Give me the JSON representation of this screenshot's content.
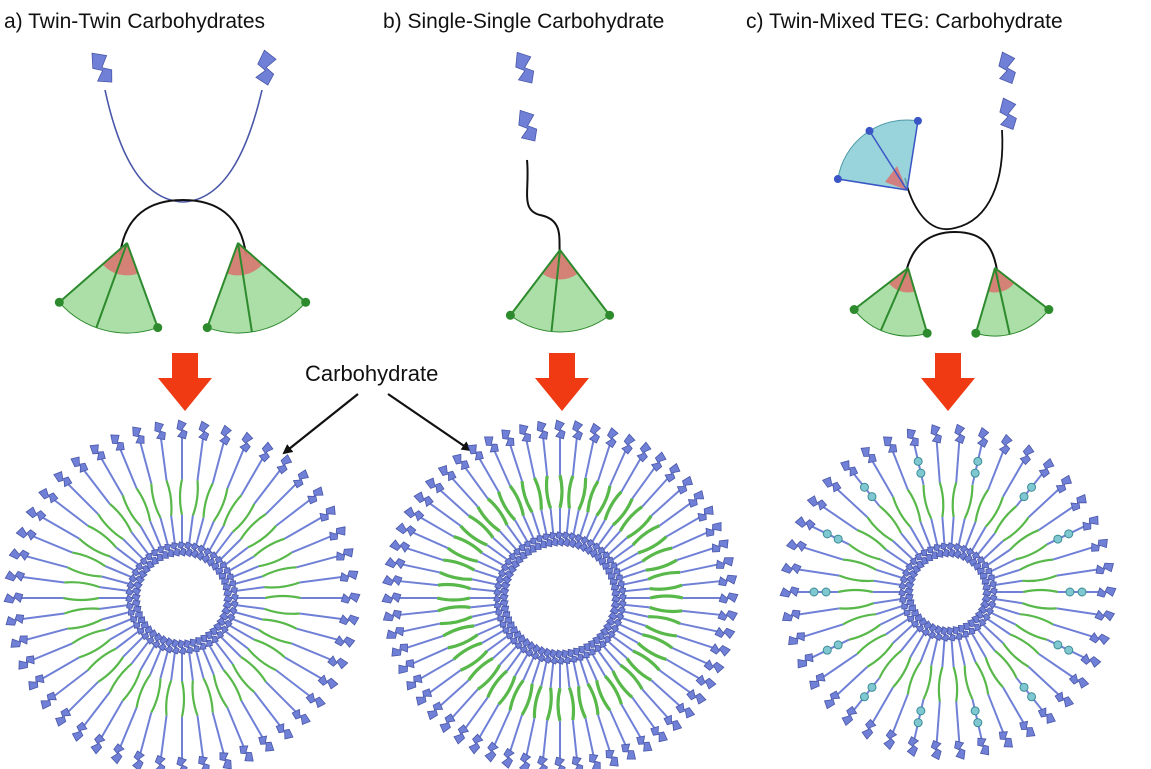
{
  "panels": [
    {
      "id": "a",
      "title": "a) Twin-Twin Carbohydrates",
      "head": "twin",
      "tails": "twin",
      "assembly": "twin"
    },
    {
      "id": "b",
      "title": "b) Single-Single Carbohydrate",
      "head": "single",
      "tails": "single",
      "assembly": "single"
    },
    {
      "id": "c",
      "title": "c) Twin-Mixed TEG: Carbohydrate",
      "head": "mixed",
      "tails": "twin",
      "assembly": "mixed"
    }
  ],
  "callout": {
    "label": "Carbohydrate"
  },
  "colors": {
    "carbohydrate": "#6f80d6",
    "carbohydrate_dark": "#4a57a8",
    "hydrophobic_green": "#8fd48a",
    "hydrophobic_green_dark": "#2d8a2d",
    "linker_red": "#e06a6a",
    "teg_cyan": "#7fc8d2",
    "teg_blue": "#3a56c6",
    "arrow": "#f03a14",
    "line": "#111111"
  }
}
